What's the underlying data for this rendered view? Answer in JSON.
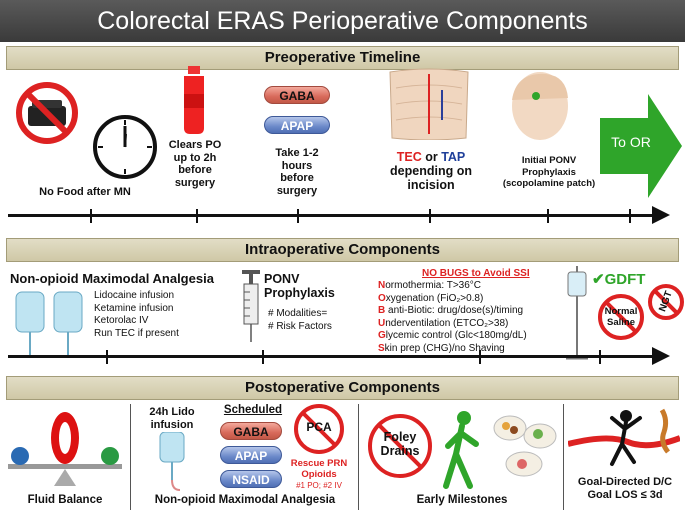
{
  "title": "Colorectal ERAS Perioperative Components",
  "preop": {
    "header": "Preoperative Timeline",
    "no_food": "No Food after MN",
    "clears": "Clears PO up to 2h before surgery",
    "gaba": "GABA",
    "apap": "APAP",
    "take": "Take 1-2 hours before surgery",
    "tec": "TEC",
    "or_word": "or",
    "tap": "TAP",
    "depending": "depending on incision",
    "ponv1": "Initial PONV",
    "ponv2": "Prophylaxis",
    "ponv3": "(scopolamine patch)",
    "to_or": "To OR"
  },
  "intraop": {
    "header": "Intraoperative Components",
    "analgesia_title": "Non-opioid Maximodal Analgesia",
    "analgesia_items": [
      "Lidocaine infusion",
      "Ketamine infusion",
      "Ketorolac IV",
      "Run TEC if present"
    ],
    "ponv_title1": "PONV",
    "ponv_title2": "Prophylaxis",
    "ponv_items": [
      "# Modalities=",
      "# Risk Factors"
    ],
    "nobugs_title": "NO BUGS to Avoid SSI",
    "nobugs": [
      {
        "first": "N",
        "rest": "ormothermia: T>36°C"
      },
      {
        "first": "O",
        "rest": "xygenation (FiO₂>0.8)"
      },
      {
        "first": "B",
        "rest": " anti-Biotic: drug/dose(s)/timing"
      },
      {
        "first": "U",
        "rest": "nderventilation (ETCO₂>38)"
      },
      {
        "first": "G",
        "rest": "lycemic control (Glc<180mg/dL)"
      },
      {
        "first": "S",
        "rest": "kin prep (CHG)/no Shaving"
      }
    ],
    "gdft": "✔GDFT",
    "normal_saline": "Normal Saline",
    "ngt": "NGT"
  },
  "postop": {
    "header": "Postoperative Components",
    "fluid": "Fluid Balance",
    "lido": "24h Lido infusion",
    "scheduled": "Scheduled",
    "gaba": "GABA",
    "apap": "APAP",
    "nsaid": "NSAID",
    "pca": "PCA",
    "rescue1": "Rescue PRN",
    "rescue2": "Opioids",
    "rescue3": "#1 PO; #2 IV",
    "analgesia": "Non-opioid Maximodal Analgesia",
    "foley": "Foley Drains",
    "milestones": "Early Milestones",
    "goal1": "Goal-Directed D/C",
    "goal2": "Goal LOS ≤ 3d"
  },
  "colors": {
    "red": "#dd2222",
    "blue": "#1f3f9a",
    "green": "#2fa52a"
  }
}
